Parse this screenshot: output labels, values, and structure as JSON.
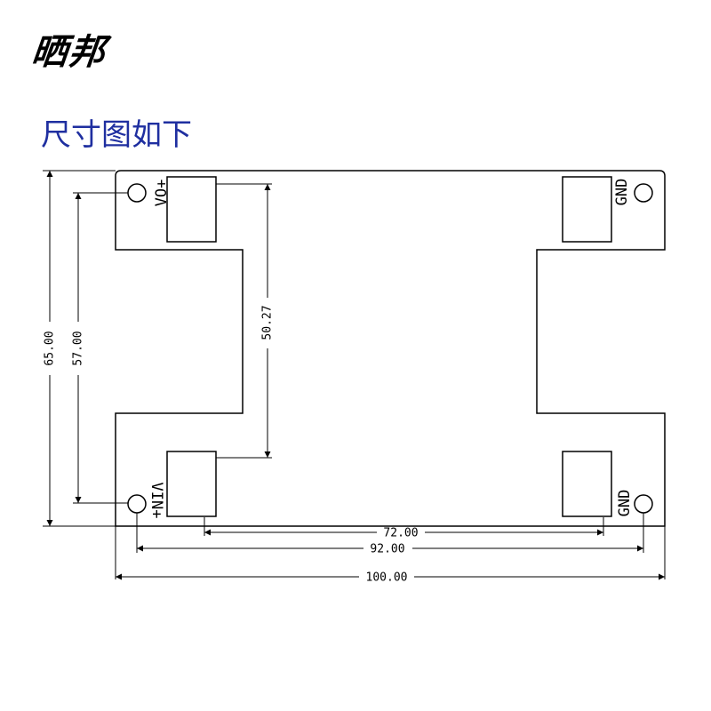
{
  "brand": "晒邦",
  "subtitle": "尺寸图如下",
  "dimensions": {
    "overall_height": "65.00",
    "hole_vertical": "57.00",
    "pad_vertical": "50.27",
    "pad_horizontal": "72.00",
    "hole_horizontal": "92.00",
    "overall_width": "100.00"
  },
  "pins": {
    "vo_plus": "VO+",
    "vin_plus": "VIN+",
    "gnd_top": "GND",
    "gnd_bottom": "GND"
  }
}
